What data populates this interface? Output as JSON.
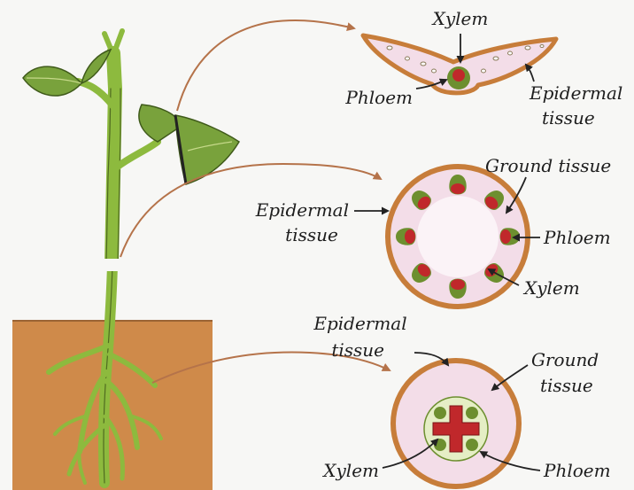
{
  "labels": {
    "leaf": {
      "xylem": "Xylem",
      "phloem": "Phloem",
      "epidermal_line1": "Epidermal",
      "epidermal_line2": "tissue"
    },
    "stem": {
      "ground_tissue": "Ground tissue",
      "epidermal_line1": "Epidermal",
      "epidermal_line2": "tissue",
      "phloem": "Phloem",
      "xylem": "Xylem"
    },
    "root": {
      "epidermal_line1": "Epidermal",
      "epidermal_line2": "tissue",
      "ground_line1": "Ground",
      "ground_line2": "tissue",
      "xylem": "Xylem",
      "phloem": "Phloem"
    }
  },
  "colors": {
    "background": "#f7f7f5",
    "soil": "#cf8a4a",
    "plant_green": "#8dba3e",
    "leaf_green": "#79a23c",
    "epidermis_ring": "#c77d3a",
    "ground_tissue": "#f3dde8",
    "xylem_red": "#c0282b",
    "phloem_green": "#6d8f2f",
    "arrow_brown": "#b5734a"
  }
}
